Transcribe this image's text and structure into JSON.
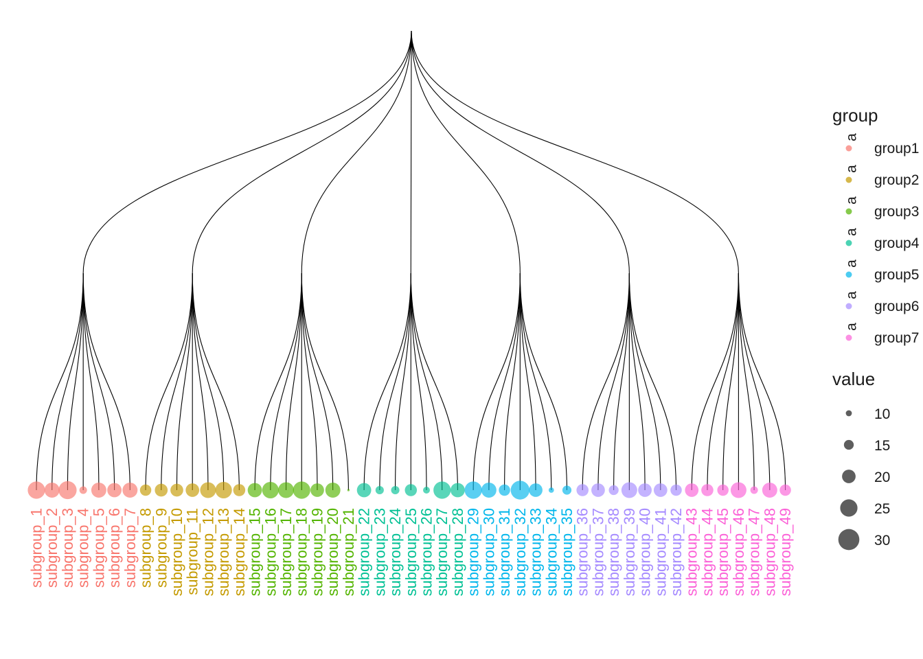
{
  "root": {},
  "groups": [
    {
      "name": "group1",
      "color": "#F8766D",
      "subgroups": [
        "subgroup_1",
        "subgroup_2",
        "subgroup_3",
        "subgroup_4",
        "subgroup_5",
        "subgroup_6",
        "subgroup_7"
      ],
      "values": [
        25,
        22,
        26,
        12,
        22,
        21,
        22
      ]
    },
    {
      "name": "group2",
      "color": "#C49A00",
      "subgroups": [
        "subgroup_8",
        "subgroup_9",
        "subgroup_10",
        "subgroup_11",
        "subgroup_12",
        "subgroup_13",
        "subgroup_14"
      ],
      "values": [
        17,
        19,
        19,
        20,
        23,
        24,
        18
      ]
    },
    {
      "name": "group3",
      "color": "#53B400",
      "subgroups": [
        "subgroup_15",
        "subgroup_16",
        "subgroup_17",
        "subgroup_18",
        "subgroup_19",
        "subgroup_20",
        "subgroup_21"
      ],
      "values": [
        21,
        24,
        23,
        25,
        20,
        22,
        5
      ]
    },
    {
      "name": "group4",
      "color": "#00C094",
      "subgroups": [
        "subgroup_22",
        "subgroup_23",
        "subgroup_24",
        "subgroup_25",
        "subgroup_26",
        "subgroup_27",
        "subgroup_28"
      ],
      "values": [
        21,
        13,
        13,
        18,
        11,
        25,
        21
      ]
    },
    {
      "name": "group5",
      "color": "#00B6EB",
      "subgroups": [
        "subgroup_29",
        "subgroup_30",
        "subgroup_31",
        "subgroup_32",
        "subgroup_33",
        "subgroup_34",
        "subgroup_35"
      ],
      "values": [
        25,
        22,
        17,
        27,
        20,
        9,
        14
      ]
    },
    {
      "name": "group6",
      "color": "#A58AFF",
      "subgroups": [
        "subgroup_36",
        "subgroup_37",
        "subgroup_38",
        "subgroup_39",
        "subgroup_40",
        "subgroup_41",
        "subgroup_42"
      ],
      "values": [
        18,
        20,
        15,
        23,
        20,
        20,
        17
      ]
    },
    {
      "name": "group7",
      "color": "#FB61D7",
      "subgroups": [
        "subgroup_43",
        "subgroup_44",
        "subgroup_45",
        "subgroup_46",
        "subgroup_47",
        "subgroup_48",
        "subgroup_49"
      ],
      "values": [
        20,
        18,
        17,
        23,
        12,
        22,
        17
      ]
    }
  ],
  "legend": {
    "group_title": "group",
    "group_key_glyph": "a",
    "value_title": "value",
    "value_breaks": [
      10,
      15,
      20,
      25,
      30
    ],
    "value_labels": [
      "10",
      "15",
      "20",
      "25",
      "30"
    ],
    "value_key_color": "#5E5E5E"
  }
}
